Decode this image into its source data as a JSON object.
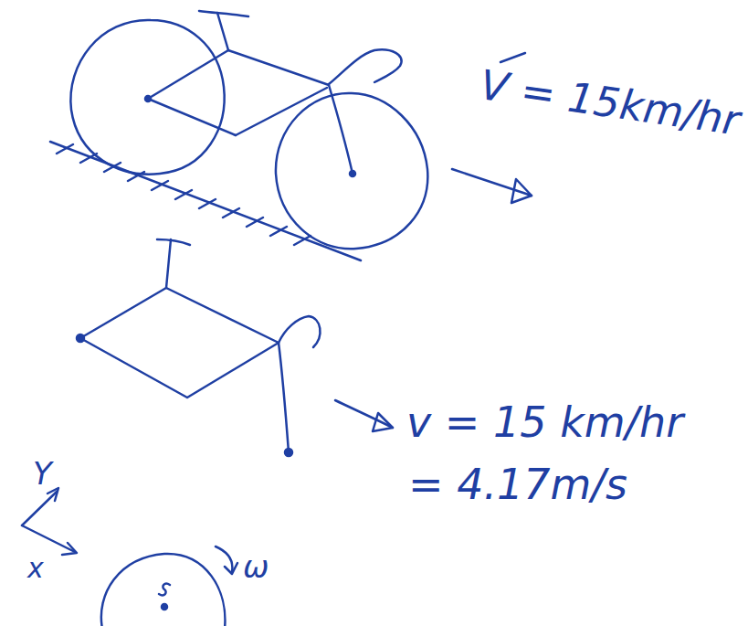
{
  "diagram": {
    "labels": [
      "V = 15km/hr",
      "v = 15 km/hr",
      "= 4.17m/s",
      "Y",
      "x",
      "ω"
    ]
  }
}
